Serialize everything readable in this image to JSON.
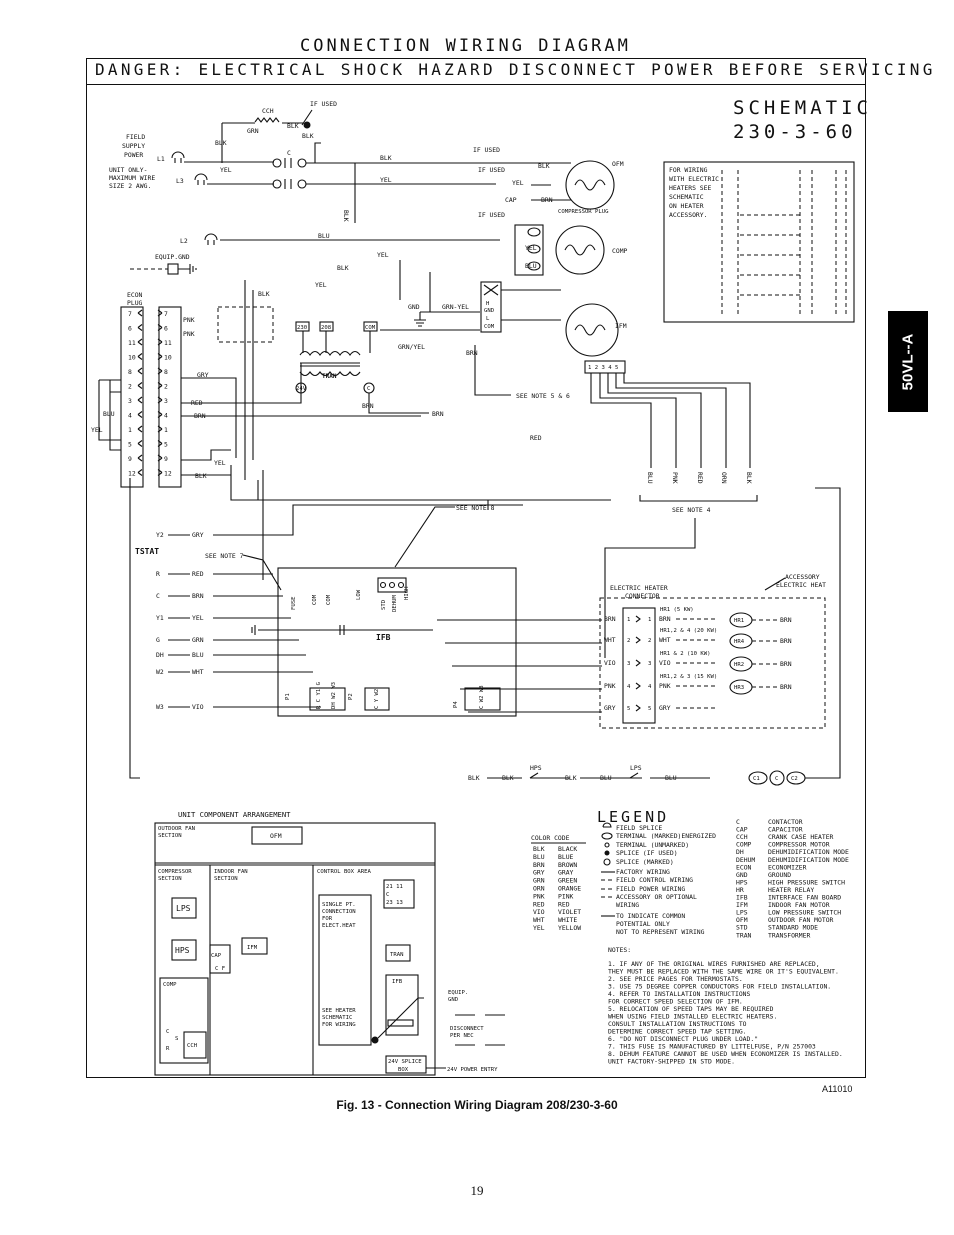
{
  "header": {
    "title": "CONNECTION WIRING DIAGRAM",
    "danger": "DANGER: ELECTRICAL SHOCK HAZARD DISCONNECT POWER BEFORE SERVICING",
    "schematic_line1": "SCHEMATIC",
    "schematic_line2": "230-3-60"
  },
  "side_tab": "50VL--A",
  "supply": {
    "field_supply": [
      "FIELD",
      "SUPPLY",
      "POWER"
    ],
    "unit_only": [
      "UNIT ONLY-",
      "MAXIMUM WIRE",
      "SIZE 2 AWG."
    ],
    "l1": "L1",
    "l2": "L2",
    "l3": "L3",
    "equip_gnd": "EQUIP.GND",
    "cch": "CCH",
    "if_used": "IF USED",
    "grn": "GRN",
    "blk": "BLK",
    "c": "C"
  },
  "labels": {
    "ofm": "OFM",
    "comp": "COMP",
    "ifm": "IFM",
    "tran": "TRAN",
    "ifb": "IFB",
    "compressor_plug": "COMPRESSOR PLUG",
    "econ_plug": [
      "ECON",
      "PLUG"
    ],
    "see_note_5_6": "SEE NOTE 5 & 6",
    "see_note_8": "SEE NOTE 8",
    "see_note_4": "SEE NOTE 4",
    "see_note_7": "SEE NOTE 7",
    "tstat": "TSTAT",
    "accessory": [
      "ACCESSORY",
      "ELECTRIC HEAT"
    ],
    "heater_connector": [
      "ELECTRIC HEATER",
      "CONNECTOR"
    ],
    "heater_note": [
      "FOR WIRING",
      "WITH ELECTRIC",
      "HEATERS SEE",
      "SCHEMATIC",
      "ON HEATER",
      "ACCESSORY."
    ],
    "gnd": "GND",
    "grn_yel": "GRN-YEL",
    "grn_yel2": "GRN/YEL",
    "ifm_taps": "1 2 3 4 5"
  },
  "wire_colors": [
    "BLU",
    "PNK",
    "RED",
    "ORN",
    "BLK"
  ],
  "tstat_terms": [
    {
      "term": "Y2",
      "color": "GRY"
    },
    {
      "term": "R",
      "color": "RED"
    },
    {
      "term": "C",
      "color": "BRN"
    },
    {
      "term": "Y1",
      "color": "YEL"
    },
    {
      "term": "G",
      "color": "GRN"
    },
    {
      "term": "DH",
      "color": "BLU"
    },
    {
      "term": "W2",
      "color": "WHT"
    },
    {
      "term": "W3",
      "color": "VIO"
    }
  ],
  "heater_wires": [
    {
      "color": "BRN",
      "hr": "HR1",
      "note": "HR1 (5 KW)"
    },
    {
      "color": "WHT",
      "hr": "HR4",
      "note": "HR1,2 & 4 (20 KW)"
    },
    {
      "color": "VIO",
      "hr": "HR2",
      "note": "HR1 & 2 (10 KW)"
    },
    {
      "color": "PNK",
      "hr": "HR3",
      "note": "HR1,2 & 3 (15 KW)"
    },
    {
      "color": "GRY",
      "hr": "",
      "note": ""
    }
  ],
  "safety_chain": {
    "hps": "HPS",
    "lps": "LPS",
    "blk": "BLK",
    "blu": "BLU",
    "c1": "C1",
    "c": "C",
    "c2": "C2"
  },
  "econ_pins_left": [
    "7",
    "6",
    "11",
    "10",
    "8",
    "2",
    "3",
    "4",
    "1",
    "5",
    "9",
    "12"
  ],
  "econ_pins_right": [
    "7",
    "6",
    "11",
    "10",
    "8",
    "2",
    "3",
    "4",
    "1",
    "5",
    "9",
    "12"
  ],
  "arrangement": {
    "title": "UNIT COMPONENT ARRANGEMENT",
    "outdoor_fan": [
      "OUTDOOR FAN",
      "SECTION"
    ],
    "ofm": "OFM",
    "compressor": [
      "COMPRESSOR",
      "SECTION"
    ],
    "indoor_fan": [
      "INDOOR FAN",
      "SECTION"
    ],
    "control_box": "CONTROL BOX AREA",
    "lps": "LPS",
    "hps": "HPS",
    "ifm": "IFM",
    "cap": "CAP",
    "cf": "C F",
    "comp": "COMP",
    "cch": "CCH",
    "c": "C",
    "s": "S",
    "r": "R",
    "single_pt": [
      "SINGLE PT.",
      "CONNECTION",
      "FOR",
      "ELECT.HEAT"
    ],
    "see_heater": [
      "SEE HEATER",
      "SCHEMATIC",
      "FOR WIRING"
    ],
    "contactor": [
      "21    11",
      "   C",
      "23    13"
    ],
    "tran": "TRAN",
    "ifb": "IFB",
    "equip_gnd": [
      "EQUIP.",
      "GND"
    ],
    "disconnect": [
      "DISCONNECT",
      "PER NEC"
    ],
    "splice_box": [
      "24V SPLICE",
      "BOX"
    ],
    "power_entry": "24V POWER ENTRY"
  },
  "legend": {
    "title": "LEGEND",
    "color_code_title": "COLOR  CODE",
    "color_codes": [
      [
        "BLK",
        "BLACK"
      ],
      [
        "BLU",
        "BLUE"
      ],
      [
        "BRN",
        "BROWN"
      ],
      [
        "GRY",
        "GRAY"
      ],
      [
        "GRN",
        "GREEN"
      ],
      [
        "ORN",
        "ORANGE"
      ],
      [
        "PNK",
        "PINK"
      ],
      [
        "RED",
        "RED"
      ],
      [
        "VIO",
        "VIOLET"
      ],
      [
        "WHT",
        "WHITE"
      ],
      [
        "YEL",
        "YELLOW"
      ]
    ],
    "symbols": [
      "FIELD SPLICE",
      "TERMINAL (MARKED)ENERGIZED",
      "TERMINAL (UNMARKED)",
      "SPLICE (IF USED)",
      "SPLICE (MARKED)",
      "FACTORY WIRING",
      "FIELD CONTROL WIRING",
      "FIELD POWER WIRING",
      "ACCESSORY OR OPTIONAL",
      "WIRING",
      "TO INDICATE COMMON",
      "POTENTIAL ONLY",
      "NOT TO REPRESENT WIRING"
    ],
    "abbreviations": [
      [
        "C",
        "CONTACTOR"
      ],
      [
        "CAP",
        "CAPACITOR"
      ],
      [
        "CCH",
        "CRANK CASE HEATER"
      ],
      [
        "COMP",
        "COMPRESSOR MOTOR"
      ],
      [
        "DH",
        "DEHUMIDIFICATION MODE"
      ],
      [
        "DEHUM",
        "DEHUMIDIFICATION MODE"
      ],
      [
        "ECON",
        "ECONOMIZER"
      ],
      [
        "GND",
        "GROUND"
      ],
      [
        "HPS",
        "HIGH PRESSURE SWITCH"
      ],
      [
        "HR",
        "HEATER RELAY"
      ],
      [
        "IFB",
        "INTERFACE FAN BOARD"
      ],
      [
        "IFM",
        "INDOOR FAN MOTOR"
      ],
      [
        "LPS",
        "LOW PRESSURE SWITCH"
      ],
      [
        "OFM",
        "OUTDOOR FAN MOTOR"
      ],
      [
        "STD",
        "STANDARD MODE"
      ],
      [
        "TRAN",
        "TRANSFORMER"
      ]
    ],
    "notes_title": "NOTES:",
    "notes": [
      "1. IF ANY OF THE ORIGINAL WIRES FURNISHED ARE REPLACED,",
      "   THEY MUST BE REPLACED WITH THE SAME WIRE OR IT'S EQUIVALENT.",
      "2. SEE PRICE PAGES FOR THERMOSTATS.",
      "3. USE 75 DEGREE COPPER CONDUCTORS FOR FIELD INSTALLATION.",
      "4. REFER TO INSTALLATION INSTRUCTIONS",
      "   FOR CORRECT SPEED SELECTION OF IFM.",
      "5. RELOCATION OF SPEED TAPS MAY  BE REQUIRED",
      "   WHEN USING FIELD INSTALLED ELECTRIC HEATERS.",
      "   CONSULT INSTALLATION INSTRUCTIONS TO",
      "   DETERMINE CORRECT SPEED TAP SETTING.",
      "6. \"DO NOT DISCONNECT PLUG UNDER LOAD.\"",
      "7. THIS FUSE IS MANUFACTURED BY LITTELFUSE, P/N 257003",
      "8. DEHUM FEATURE CANNOT BE USED WHEN ECONOMIZER IS INSTALLED.",
      "   UNIT FACTORY-SHIPPED IN STD MODE."
    ]
  },
  "fig_code": "A11010",
  "caption": "Fig. 13 - Connection Wiring Diagram 208/230-3-60",
  "page_number": "19"
}
